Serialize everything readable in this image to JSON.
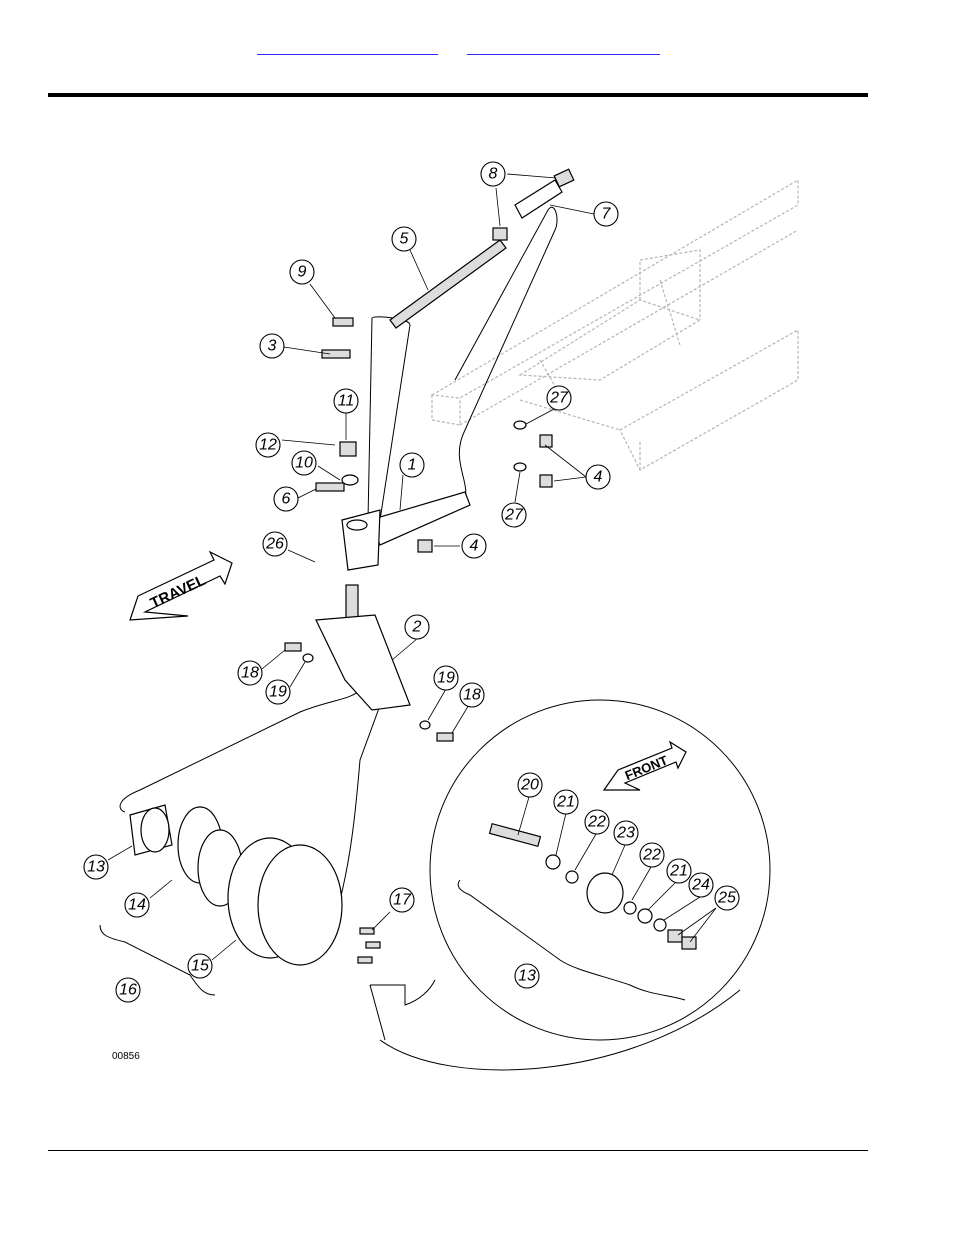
{
  "header": {
    "links": [
      "",
      ""
    ]
  },
  "diagram": {
    "figure_id": "00856",
    "travel_label": "TRAVEL",
    "front_label": "FRONT",
    "callouts": [
      {
        "id": "c1",
        "label": "1"
      },
      {
        "id": "c2",
        "label": "2"
      },
      {
        "id": "c3",
        "label": "3"
      },
      {
        "id": "c4a",
        "label": "4"
      },
      {
        "id": "c4b",
        "label": "4"
      },
      {
        "id": "c5",
        "label": "5"
      },
      {
        "id": "c6",
        "label": "6"
      },
      {
        "id": "c7",
        "label": "7"
      },
      {
        "id": "c8",
        "label": "8"
      },
      {
        "id": "c9",
        "label": "9"
      },
      {
        "id": "c10",
        "label": "10"
      },
      {
        "id": "c11",
        "label": "11"
      },
      {
        "id": "c12",
        "label": "12"
      },
      {
        "id": "c13a",
        "label": "13"
      },
      {
        "id": "c13b",
        "label": "13"
      },
      {
        "id": "c14",
        "label": "14"
      },
      {
        "id": "c15",
        "label": "15"
      },
      {
        "id": "c16",
        "label": "16"
      },
      {
        "id": "c17",
        "label": "17"
      },
      {
        "id": "c18a",
        "label": "18"
      },
      {
        "id": "c18b",
        "label": "18"
      },
      {
        "id": "c19a",
        "label": "19"
      },
      {
        "id": "c19b",
        "label": "19"
      },
      {
        "id": "c20",
        "label": "20"
      },
      {
        "id": "c21a",
        "label": "21"
      },
      {
        "id": "c21b",
        "label": "21"
      },
      {
        "id": "c22a",
        "label": "22"
      },
      {
        "id": "c22b",
        "label": "22"
      },
      {
        "id": "c23",
        "label": "23"
      },
      {
        "id": "c24",
        "label": "24"
      },
      {
        "id": "c25",
        "label": "25"
      },
      {
        "id": "c26",
        "label": "26"
      },
      {
        "id": "c27a",
        "label": "27"
      },
      {
        "id": "c27b",
        "label": "27"
      }
    ]
  }
}
